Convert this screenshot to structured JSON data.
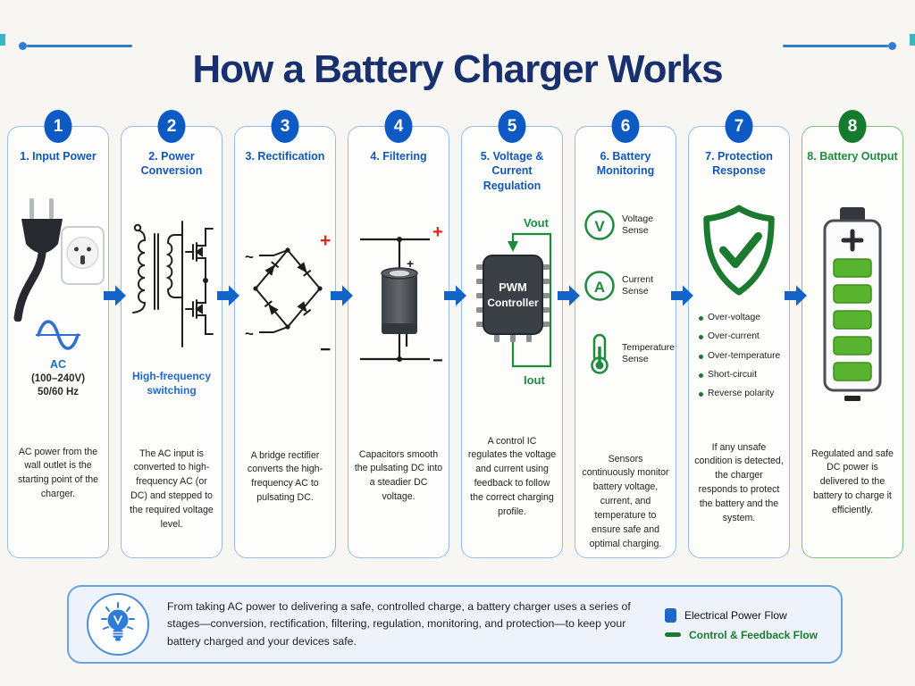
{
  "title": "How a Battery Charger Works",
  "colors": {
    "accent_blue": "#1463c8",
    "badge_blue": "#0d5ac4",
    "stage_title_blue": "#1257b8",
    "accent_green": "#1b7a30",
    "title_navy": "#18306e",
    "plus_red": "#e2251c",
    "footer_bg": "#eef3fb"
  },
  "stages": [
    {
      "number": "1",
      "title": "1. Input Power",
      "caption_lines": [
        "AC",
        "(100–240V)",
        "50/60 Hz"
      ],
      "description": "AC power from the wall outlet is the starting point of the charger."
    },
    {
      "number": "2",
      "title": "2. Power Conversion",
      "caption_lines": [
        "High-frequency",
        "switching"
      ],
      "description": "The AC input is converted to high-frequency AC (or DC) and stepped to the required voltage level."
    },
    {
      "number": "3",
      "title": "3. Rectification",
      "symbols": {
        "tilde_top": "~",
        "tilde_bottom": "~",
        "plus": "+",
        "minus": "−"
      },
      "description": "A bridge rectifier converts the high-frequency AC to pulsating DC."
    },
    {
      "number": "4",
      "title": "4. Filtering",
      "symbols": {
        "plus_red": "+",
        "plus_small": "+",
        "minus": "−"
      },
      "description": "Capacitors smooth the pulsating DC into a steadier DC voltage."
    },
    {
      "number": "5",
      "title": "5. Voltage & Current Regulation",
      "vout_label": "Vout",
      "iout_label": "Iout",
      "chip_line1": "PWM",
      "chip_line2": "Controller",
      "description": "A control IC regulates the voltage and current using feedback to follow the correct charging profile."
    },
    {
      "number": "6",
      "title": "6. Battery Monitoring",
      "sensors": [
        {
          "symbol": "V",
          "label": "Voltage Sense"
        },
        {
          "symbol": "A",
          "label": "Current Sense"
        },
        {
          "symbol": "thermometer",
          "label": "Temperature Sense"
        }
      ],
      "description": "Sensors continuously monitor battery voltage, current, and temperature to ensure safe and optimal charging."
    },
    {
      "number": "7",
      "title": "7. Protection Response",
      "bullets": [
        "Over-voltage",
        "Over-current",
        "Over-temperature",
        "Short-circuit",
        "Reverse polarity"
      ],
      "description": "If any unsafe condition is detected, the charger responds to protect the battery and the system."
    },
    {
      "number": "8",
      "title": "8. Battery Output",
      "description": "Regulated and safe DC power is delivered to the battery to charge it efficiently."
    }
  ],
  "footer": {
    "summary": "From taking AC power to delivering a safe, controlled charge, a battery charger uses a series of stages—conversion, rectification, filtering, regulation, monitoring, and protection—to keep your battery charged and your devices safe.",
    "legend": [
      {
        "label": "Electrical Power Flow",
        "color": "#1f66c9"
      },
      {
        "label": "Control & Feedback Flow",
        "color": "#1b7a30"
      }
    ]
  }
}
